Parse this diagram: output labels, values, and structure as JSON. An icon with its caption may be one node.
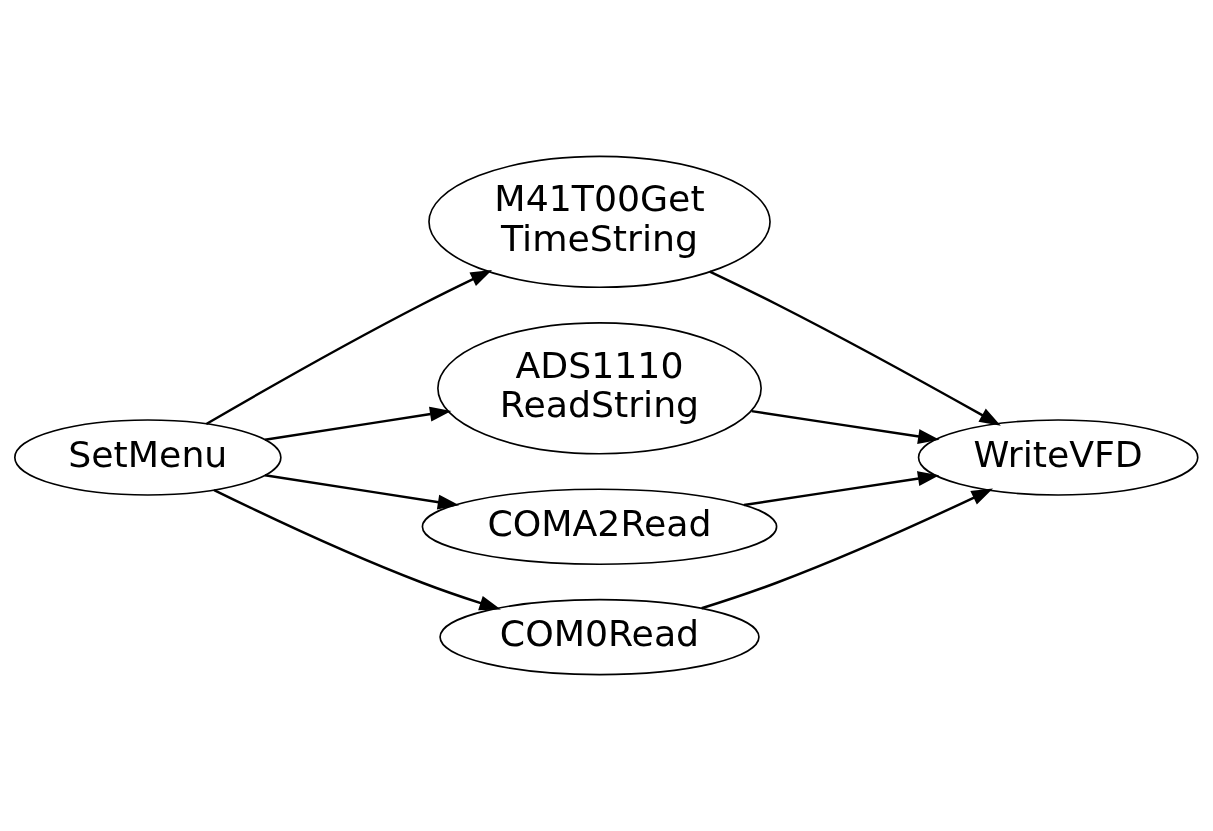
{
  "diagram": {
    "nodes": [
      {
        "text": [
          "SetMenu"
        ]
      },
      {
        "text": [
          "M41T00Get TimeString"
        ]
      },
      {
        "text": [
          "ADS1110 ReadString"
        ]
      },
      {
        "text": [
          "COMA2Read"
        ]
      },
      {
        "text": [
          "COM0Read"
        ]
      },
      {
        "text": [
          "WriteVFD"
        ]
      }
    ],
    "edges": [
      {
        "from": 0,
        "to": 1,
        "arrow": "to"
      },
      {
        "from": 0,
        "to": 2,
        "arrow": "to"
      },
      {
        "from": 0,
        "to": 3,
        "arrow": "to"
      },
      {
        "from": 0,
        "to": 4,
        "arrow": "to"
      },
      {
        "from": 1,
        "to": 5,
        "arrow": "to"
      },
      {
        "from": 2,
        "to": 5,
        "arrow": "to"
      },
      {
        "from": 3,
        "to": 5,
        "arrow": "to"
      },
      {
        "from": 4,
        "to": 5,
        "arrow": "to"
      }
    ]
  }
}
